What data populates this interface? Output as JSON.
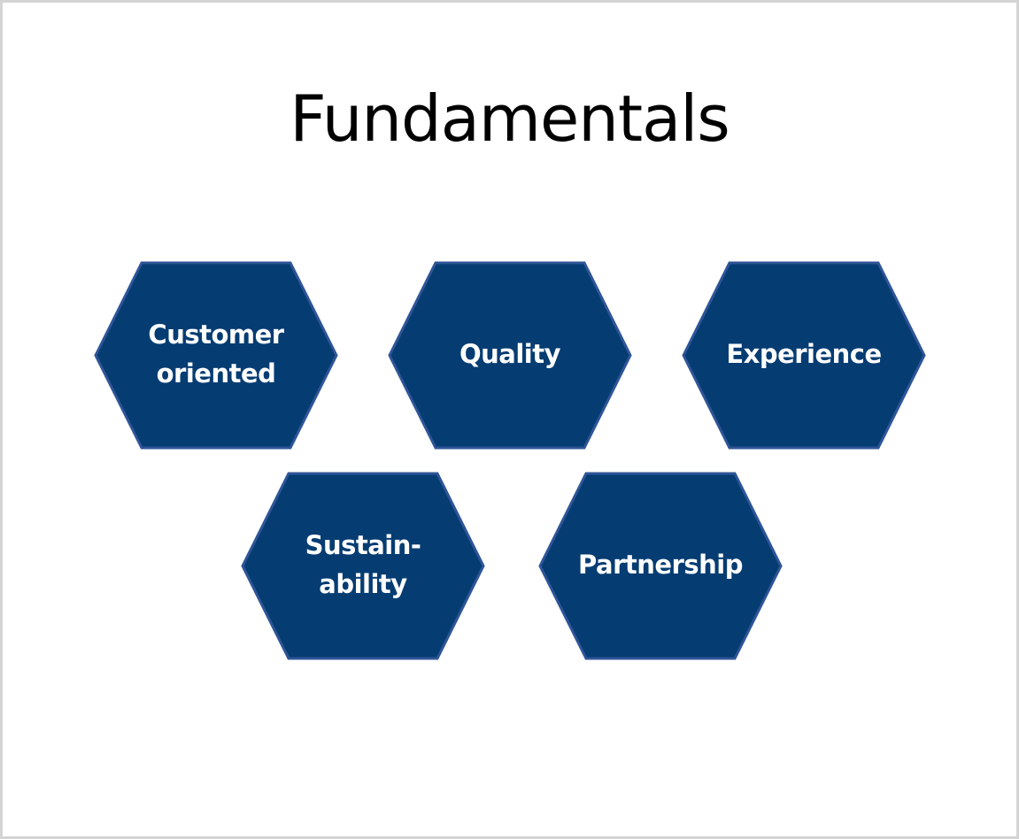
{
  "title": "Fundamentals",
  "colors": {
    "fill": "#053c72",
    "stroke": "#2f5597",
    "text": "#ffffff"
  },
  "hexagons": [
    {
      "lines": [
        "Customer",
        "oriented"
      ]
    },
    {
      "lines": [
        "Quality"
      ]
    },
    {
      "lines": [
        "Experience"
      ]
    },
    {
      "lines": [
        "Sustain-",
        "ability"
      ]
    },
    {
      "lines": [
        "Partnership"
      ]
    }
  ]
}
